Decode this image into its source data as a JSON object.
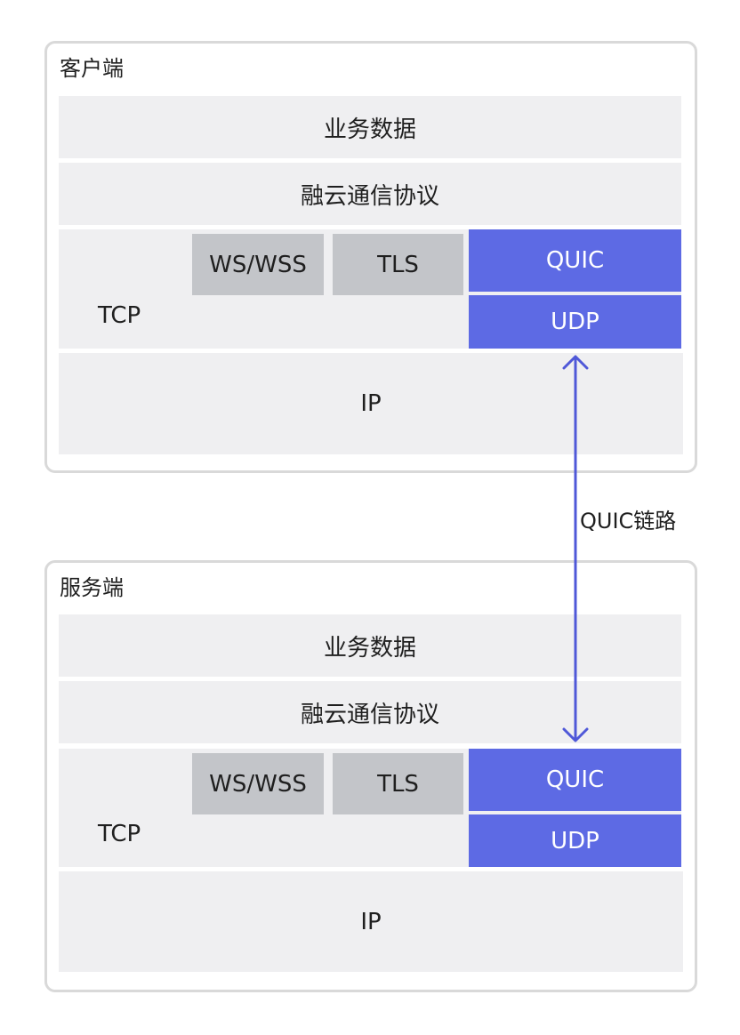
{
  "client": {
    "title": "客户端",
    "business": "业务数据",
    "protocol": "融云通信协议",
    "ws": "WS/WSS",
    "tls": "TLS",
    "tcp": "TCP",
    "quic": "QUIC",
    "udp": "UDP",
    "ip": "IP"
  },
  "server": {
    "title": "服务端",
    "business": "业务数据",
    "protocol": "融云通信协议",
    "ws": "WS/WSS",
    "tls": "TLS",
    "tcp": "TCP",
    "quic": "QUIC",
    "udp": "UDP",
    "ip": "IP"
  },
  "link": {
    "label": "QUIC链路"
  },
  "colors": {
    "quic_blue": "#5d6ae4",
    "layer_gray": "#efeff1",
    "box_gray": "#c3c5c9",
    "arrow": "#4f58d8"
  }
}
